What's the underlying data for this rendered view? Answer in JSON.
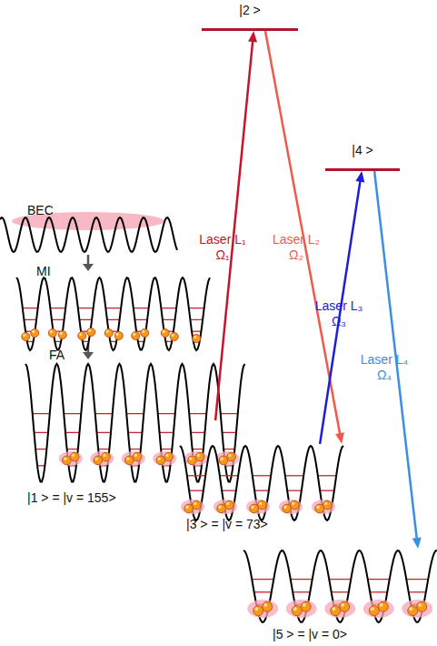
{
  "diagram": {
    "nodes": [
      {
        "text": [
          "|1 > = |v = 155>"
        ]
      },
      {
        "text": [
          "|2 >"
        ]
      },
      {
        "text": [
          "|3 > = |v = 73>"
        ]
      },
      {
        "text": [
          "|4 >"
        ]
      },
      {
        "text": [
          "|5 > = |v = 0>"
        ]
      }
    ],
    "edges": [
      {
        "from": 0,
        "to": 1,
        "arrow": "to",
        "label": "Laser L₁ Ω₁"
      },
      {
        "from": 1,
        "to": 2,
        "arrow": "to",
        "label": "Laser L₂ Ω₂"
      },
      {
        "from": 2,
        "to": 3,
        "arrow": "to",
        "label": "Laser L₃ Ω₃"
      },
      {
        "from": 3,
        "to": 4,
        "arrow": "to",
        "label": "Laser L₄ Ω₄"
      }
    ],
    "labels": [
      "BEC",
      "MI",
      "FA"
    ]
  }
}
